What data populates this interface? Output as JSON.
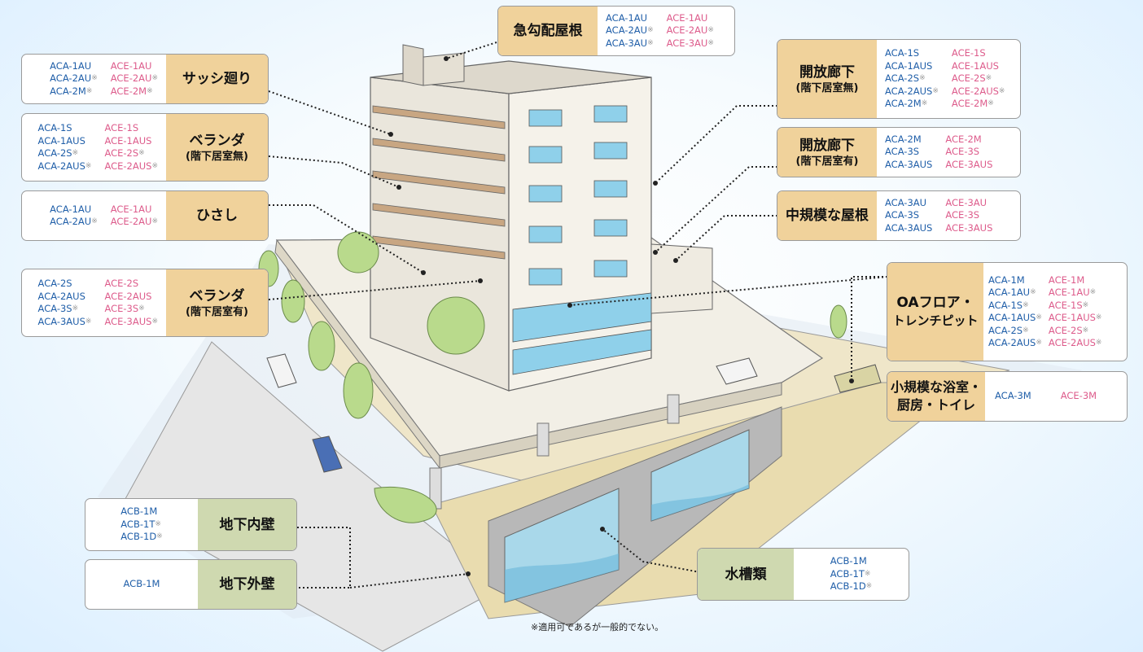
{
  "footnote": "※適用可であるが一般的でない。",
  "callouts": {
    "steep_roof": {
      "main": "急勾配屋根",
      "sub": "",
      "a": [
        "ACA-1AU",
        "ACA-2AU※",
        "ACA-3AU※"
      ],
      "e": [
        "ACE-1AU",
        "ACE-2AU※",
        "ACE-3AU※"
      ]
    },
    "sash": {
      "main": "サッシ廻り",
      "sub": "",
      "a": [
        "ACA-1AU",
        "ACA-2AU※",
        "ACA-2M※"
      ],
      "e": [
        "ACE-1AU",
        "ACE-2AU※",
        "ACE-2M※"
      ]
    },
    "veranda_none": {
      "main": "ベランダ",
      "sub": "(階下居室無)",
      "a": [
        "ACA-1S",
        "ACA-1AUS",
        "ACA-2S※",
        "ACA-2AUS※"
      ],
      "e": [
        "ACE-1S",
        "ACE-1AUS",
        "ACE-2S※",
        "ACE-2AUS※"
      ]
    },
    "hisashi": {
      "main": "ひさし",
      "sub": "",
      "a": [
        "ACA-1AU",
        "ACA-2AU※"
      ],
      "e": [
        "ACE-1AU",
        "ACE-2AU※"
      ]
    },
    "veranda_yes": {
      "main": "ベランダ",
      "sub": "(階下居室有)",
      "a": [
        "ACA-2S",
        "ACA-2AUS",
        "ACA-3S※",
        "ACA-3AUS※"
      ],
      "e": [
        "ACE-2S",
        "ACE-2AUS",
        "ACE-3S※",
        "ACE-3AUS※"
      ]
    },
    "corridor_none": {
      "main": "開放廊下",
      "sub": "(階下居室無)",
      "a": [
        "ACA-1S",
        "ACA-1AUS",
        "ACA-2S※",
        "ACA-2AUS※",
        "ACA-2M※"
      ],
      "e": [
        "ACE-1S",
        "ACE-1AUS",
        "ACE-2S※",
        "ACE-2AUS※",
        "ACE-2M※"
      ]
    },
    "corridor_yes": {
      "main": "開放廊下",
      "sub": "(階下居室有)",
      "a": [
        "ACA-2M",
        "ACA-3S",
        "ACA-3AUS"
      ],
      "e": [
        "ACE-2M",
        "ACE-3S",
        "ACE-3AUS"
      ]
    },
    "mid_roof": {
      "main": "中規模な屋根",
      "sub": "",
      "a": [
        "ACA-3AU",
        "ACA-3S",
        "ACA-3AUS"
      ],
      "e": [
        "ACE-3AU",
        "ACE-3S",
        "ACE-3AUS"
      ]
    },
    "oa_floor": {
      "main": "OAフロア・",
      "sub": "トレンチピット",
      "a": [
        "ACA-1M",
        "ACA-1AU※",
        "ACA-1S※",
        "ACA-1AUS※",
        "ACA-2S※",
        "ACA-2AUS※"
      ],
      "e": [
        "ACE-1M",
        "ACE-1AU※",
        "ACE-1S※",
        "ACE-1AUS※",
        "ACE-2S※",
        "ACE-2AUS※"
      ]
    },
    "bath": {
      "main": "小規模な浴室・",
      "main2": "厨房・トイレ",
      "a": [
        "ACA-3M"
      ],
      "e": [
        "ACE-3M"
      ]
    },
    "basement_inner": {
      "main": "地下内壁",
      "b": [
        "ACB-1M",
        "ACB-1T※",
        "ACB-1D※"
      ]
    },
    "basement_outer": {
      "main": "地下外壁",
      "b": [
        "ACB-1M"
      ]
    },
    "tank": {
      "main": "水槽類",
      "b": [
        "ACB-1M",
        "ACB-1T※",
        "ACB-1D※"
      ]
    }
  }
}
